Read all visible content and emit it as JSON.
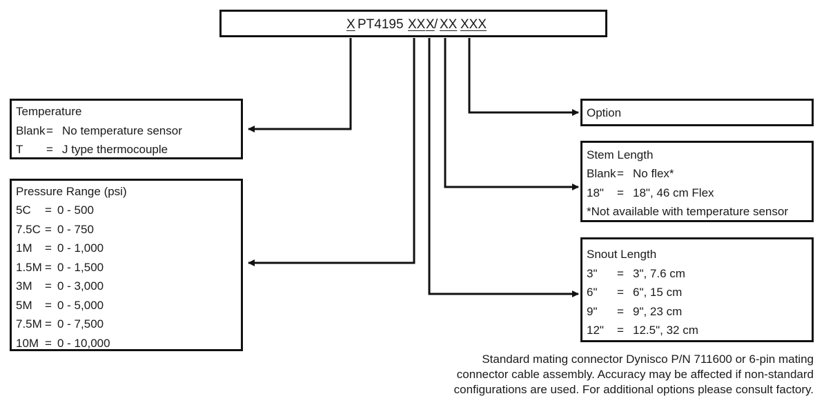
{
  "model_code": {
    "prefix_var": "X",
    "model": "PT4195",
    "pressure_var": "XX",
    "snout_var": "X",
    "slash": "/",
    "stem_var": "XX",
    "option_var": "XXX"
  },
  "temperature": {
    "title": "Temperature",
    "rows": [
      {
        "code": "Blank",
        "eq": "=",
        "desc": "No temperature sensor"
      },
      {
        "code": "T",
        "eq": "=",
        "desc": "J type thermocouple"
      }
    ]
  },
  "pressure_range": {
    "title": "Pressure Range (psi)",
    "rows": [
      {
        "code": "5C",
        "eq": "=",
        "desc": "0 - 500"
      },
      {
        "code": "7.5C",
        "eq": "=",
        "desc": "0 - 750"
      },
      {
        "code": "1M",
        "eq": "=",
        "desc": "0 - 1,000"
      },
      {
        "code": "1.5M",
        "eq": "=",
        "desc": "0 - 1,500"
      },
      {
        "code": "3M",
        "eq": "=",
        "desc": "0 - 3,000"
      },
      {
        "code": "5M",
        "eq": "=",
        "desc": "0 - 5,000"
      },
      {
        "code": "7.5M",
        "eq": "=",
        "desc": "0 - 7,500"
      },
      {
        "code": "10M",
        "eq": "=",
        "desc": "0 - 10,000"
      }
    ]
  },
  "option": {
    "title": "Option"
  },
  "stem_length": {
    "title": "Stem Length",
    "rows": [
      {
        "code": "Blank",
        "eq": "=",
        "desc": "No flex*"
      },
      {
        "code": "18\"",
        "eq": "=",
        "desc": "18\", 46 cm Flex"
      }
    ],
    "note": "*Not available with temperature sensor"
  },
  "snout_length": {
    "title": "Snout Length",
    "rows": [
      {
        "code": "3\"",
        "eq": "=",
        "desc": "3\", 7.6 cm"
      },
      {
        "code": "6\"",
        "eq": "=",
        "desc": "6\", 15 cm"
      },
      {
        "code": "9\"",
        "eq": "=",
        "desc": "9\", 23 cm"
      },
      {
        "code": "12\"",
        "eq": "=",
        "desc": "12.5\", 32 cm"
      }
    ]
  },
  "footnote": {
    "line1": "Standard mating connector Dynisco P/N 711600 or 6-pin mating",
    "line2": "connector cable assembly. Accuracy may be affected if non-standard",
    "line3": "configurations are used. For additional options please consult factory."
  }
}
